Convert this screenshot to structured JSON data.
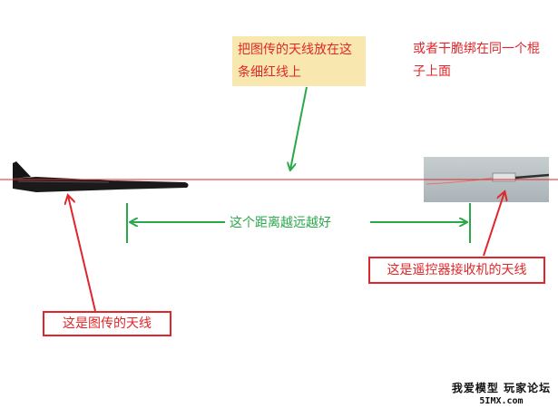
{
  "annotations": {
    "placement_note": "把图传的天线放在这条细红线上",
    "tie_note": "或者干脆绑在同一个棍子上面",
    "distance_note": "这个距离越远越好",
    "receiver_label": "这是遥控器接收机的天线",
    "vtx_label": "这是图传的天线"
  },
  "watermark": {
    "text": "我爱模型 玩家论坛",
    "site": "5IMX.com"
  },
  "colors": {
    "note_red": "#e0262a",
    "arrow_green": "#2aa84a",
    "note_background": "#f8e8b0",
    "guide_line": "#e0262a"
  },
  "icons": {
    "vtx_antenna": "vtx-antenna-icon",
    "receiver_antenna": "receiver-antenna-icon"
  }
}
